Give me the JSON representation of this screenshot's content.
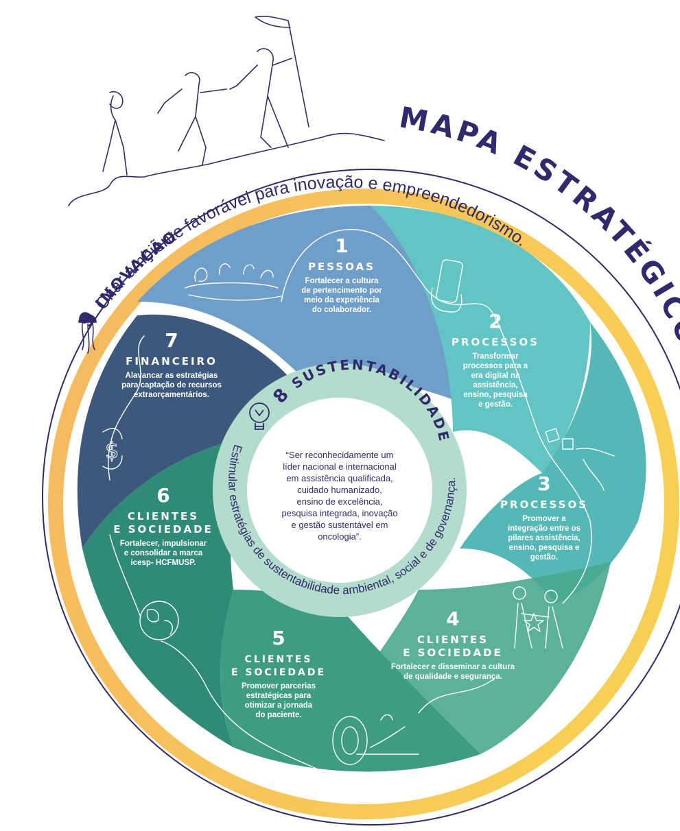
{
  "title": "MAPA ESTRATÉGICO ICESP",
  "colors": {
    "navy": "#2f2a6b",
    "orange_outer": "#f6b75f",
    "yellow_outer": "#f8cf55",
    "blue_light": "#6f9ec8",
    "teal_light": "#62c5c4",
    "teal_mid": "#55b7b6",
    "green_teal": "#4aa88f",
    "green_mid": "#3e9c83",
    "green_dark": "#2f8a78",
    "navy_slate": "#3c587c",
    "mint_ring": "#b4dccc"
  },
  "inovacao": {
    "number": "9",
    "label": "INOVAÇÃO",
    "text": "Criar ambiente favorável para inovação e empreendedorismo."
  },
  "sustentabilidade": {
    "number": "8",
    "label": "SUSTENTABILIDADE",
    "text": "Estimular estratégias de sustentabilidade ambiental, social e de governança."
  },
  "center_quote": [
    "“Ser reconhecidamente um",
    "líder nacional e internacional",
    "em assistência qualificada,",
    "cuidado humanizado,",
    "ensino de excelência,",
    "pesquisa integrada, inovação",
    "e gestão sustentável em",
    "oncologia”."
  ],
  "sections": [
    {
      "number": "1",
      "title": [
        "PESSOAS"
      ],
      "desc": [
        "Fortalecer a cultura",
        "de pertencimento por",
        "meio da experiência",
        "do colaborador."
      ]
    },
    {
      "number": "2",
      "title": [
        "PROCESSOS"
      ],
      "desc": [
        "Transformar",
        "processos para a",
        "era digital na",
        "assistência,",
        "ensino, pesquisa",
        "e gestão."
      ]
    },
    {
      "number": "3",
      "title": [
        "PROCESSOS"
      ],
      "desc": [
        "Promover a",
        "integração entre os",
        "pilares assistência,",
        "ensino, pesquisa e",
        "gestão."
      ]
    },
    {
      "number": "4",
      "title": [
        "CLIENTES",
        "E SOCIEDADE"
      ],
      "desc": [
        "Fortalecer e disseminar a cultura",
        "de qualidade e segurança."
      ]
    },
    {
      "number": "5",
      "title": [
        "CLIENTES",
        "E SOCIEDADE"
      ],
      "desc": [
        "Promover parcerias",
        "estratégicas para",
        "otimizar a jornada",
        "do paciente."
      ]
    },
    {
      "number": "6",
      "title": [
        "CLIENTES",
        "E SOCIEDADE"
      ],
      "desc": [
        "Fortalecer, impulsionar",
        "e consolidar a marca",
        "icesp- HCFMUSP."
      ]
    },
    {
      "number": "7",
      "title": [
        "FINANCEIRO"
      ],
      "desc": [
        "Alavancar as estratégias",
        "para captação de recursos",
        "extraorçamentários."
      ]
    }
  ],
  "icons": [
    "people-meeting-icon",
    "phone-in-hand-icon",
    "puzzle-hand-icon",
    "handshake-star-icon",
    "patient-scanner-icon",
    "globe-icon",
    "money-hands-icon",
    "jellyfish-icon",
    "lightbulb-icon",
    "climbers-flag-icon"
  ]
}
